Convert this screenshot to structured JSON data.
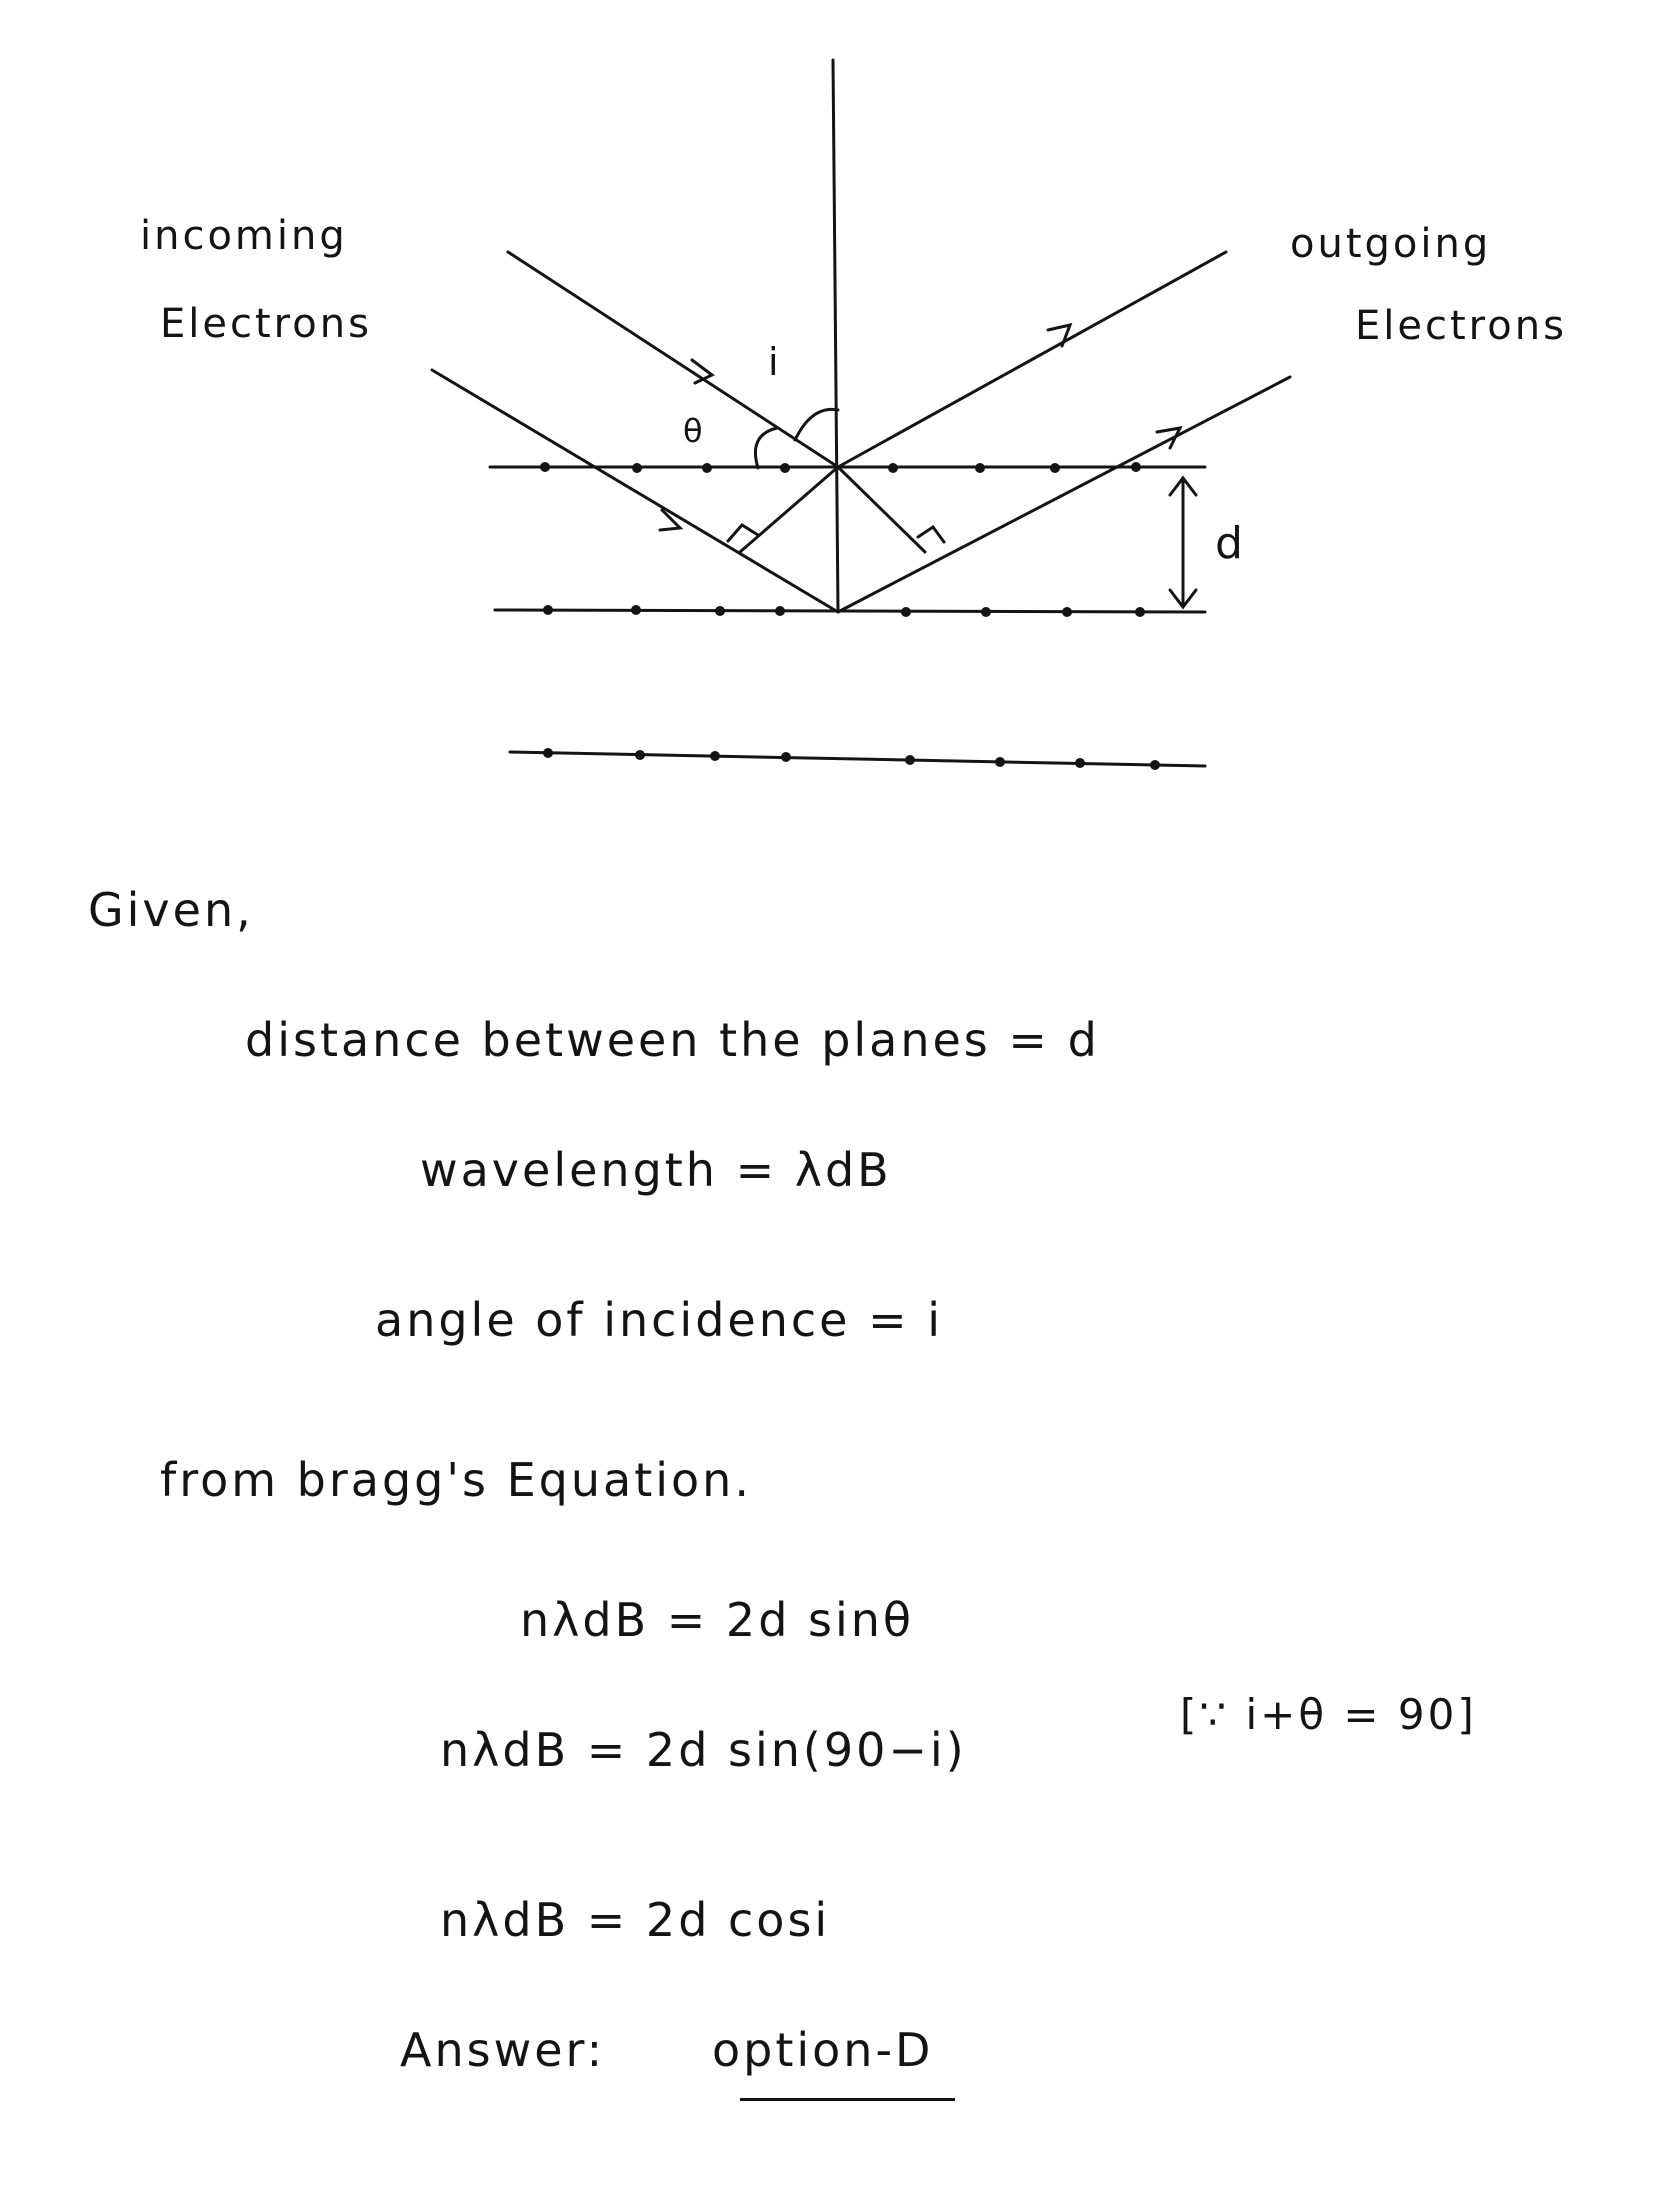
{
  "diagram": {
    "label_incoming": [
      "incoming",
      "Electrons"
    ],
    "label_outgoing": [
      "outgoing",
      "Electrons"
    ],
    "symbol_theta": "θ",
    "symbol_i": "i",
    "symbol_d": "d"
  },
  "solution": {
    "given": "Given,",
    "line_distance": "distance between the planes = d",
    "line_wavelength": "wavelength = λdB",
    "line_angle": "angle of incidence = i",
    "line_from": "from bragg's Equation.",
    "eq1": "nλdB = 2d sinθ",
    "eq2": "nλdB = 2d sin(90−i)",
    "eq2_note": "[∵ i+θ = 90]",
    "eq3": "nλdB = 2d cosi",
    "answer_label": "Answer:",
    "answer_value": "option-D"
  }
}
